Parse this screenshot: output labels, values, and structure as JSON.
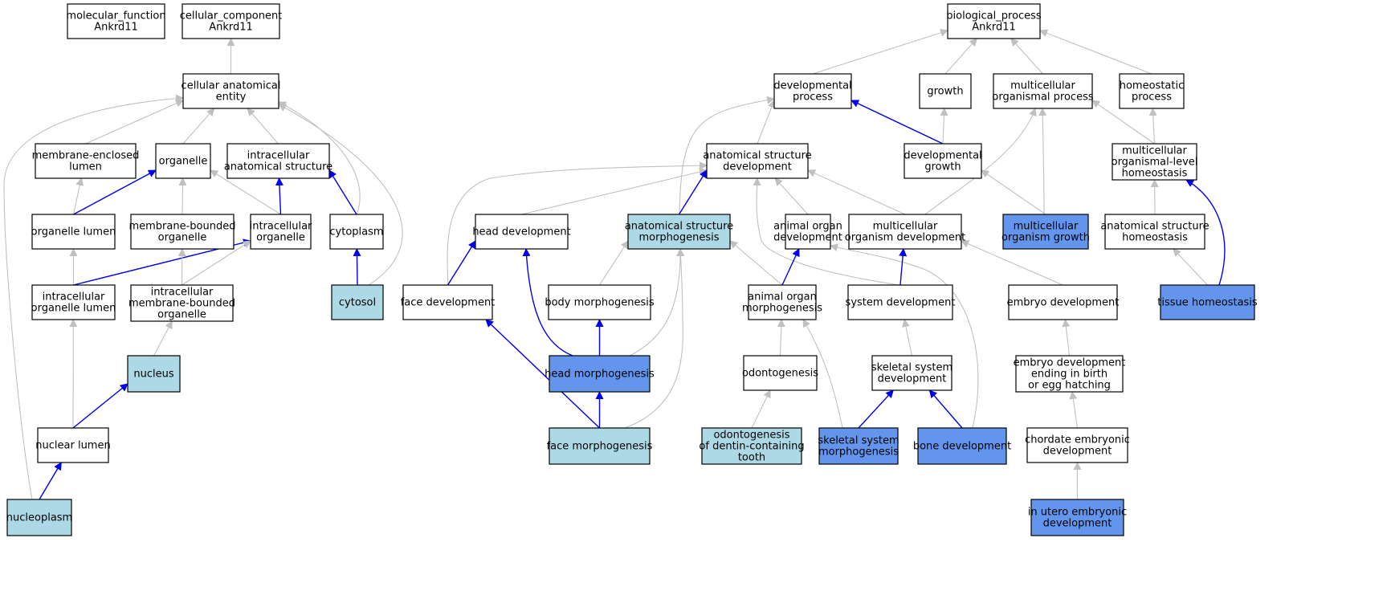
{
  "colors": {
    "plain": "#ffffff",
    "light": "#add8e6",
    "strong": "#6495ed",
    "edge_gray": "#c0c0c0",
    "edge_blue": "#0000ee",
    "stroke": "#000000"
  },
  "nodes": [
    {
      "id": "mf",
      "lines": [
        "molecular_function",
        "Ankrd11"
      ],
      "fill": "plain"
    },
    {
      "id": "cc",
      "lines": [
        "cellular_component",
        "Ankrd11"
      ],
      "fill": "plain"
    },
    {
      "id": "cae",
      "lines": [
        "cellular anatomical",
        "entity"
      ],
      "fill": "plain"
    },
    {
      "id": "mel",
      "lines": [
        "membrane-enclosed",
        "lumen"
      ],
      "fill": "plain"
    },
    {
      "id": "org",
      "lines": [
        "organelle"
      ],
      "fill": "plain"
    },
    {
      "id": "ias",
      "lines": [
        "intracellular",
        "anatomical structure"
      ],
      "fill": "plain"
    },
    {
      "id": "ol",
      "lines": [
        "organelle lumen"
      ],
      "fill": "plain"
    },
    {
      "id": "mbo",
      "lines": [
        "membrane-bounded",
        "organelle"
      ],
      "fill": "plain"
    },
    {
      "id": "io",
      "lines": [
        "intracellular",
        "organelle"
      ],
      "fill": "plain"
    },
    {
      "id": "cyto",
      "lines": [
        "cytoplasm"
      ],
      "fill": "plain"
    },
    {
      "id": "iol",
      "lines": [
        "intracellular",
        "organelle lumen"
      ],
      "fill": "plain"
    },
    {
      "id": "imbo",
      "lines": [
        "intracellular",
        "membrane-bounded",
        "organelle"
      ],
      "fill": "plain"
    },
    {
      "id": "cytosol",
      "lines": [
        "cytosol"
      ],
      "fill": "light"
    },
    {
      "id": "nuc",
      "lines": [
        "nucleus"
      ],
      "fill": "light"
    },
    {
      "id": "nl",
      "lines": [
        "nuclear lumen"
      ],
      "fill": "plain"
    },
    {
      "id": "np",
      "lines": [
        "nucleoplasm"
      ],
      "fill": "light"
    },
    {
      "id": "bp",
      "lines": [
        "biological_process",
        "Ankrd11"
      ],
      "fill": "plain"
    },
    {
      "id": "dp",
      "lines": [
        "developmental",
        "process"
      ],
      "fill": "plain"
    },
    {
      "id": "gr",
      "lines": [
        "growth"
      ],
      "fill": "plain"
    },
    {
      "id": "mop",
      "lines": [
        "multicellular",
        "organismal process"
      ],
      "fill": "plain"
    },
    {
      "id": "hp",
      "lines": [
        "homeostatic",
        "process"
      ],
      "fill": "plain"
    },
    {
      "id": "asd",
      "lines": [
        "anatomical structure",
        "development"
      ],
      "fill": "plain"
    },
    {
      "id": "dg",
      "lines": [
        "developmental",
        "growth"
      ],
      "fill": "plain"
    },
    {
      "id": "molh",
      "lines": [
        "multicellular",
        "organismal-level",
        "homeostasis"
      ],
      "fill": "plain"
    },
    {
      "id": "hd",
      "lines": [
        "head development"
      ],
      "fill": "plain"
    },
    {
      "id": "asm",
      "lines": [
        "anatomical structure",
        "morphogenesis"
      ],
      "fill": "light"
    },
    {
      "id": "aod",
      "lines": [
        "animal organ",
        "development"
      ],
      "fill": "plain"
    },
    {
      "id": "mod",
      "lines": [
        "multicellular",
        "organism development"
      ],
      "fill": "plain"
    },
    {
      "id": "mog",
      "lines": [
        "multicellular",
        "organism growth"
      ],
      "fill": "strong"
    },
    {
      "id": "ash",
      "lines": [
        "anatomical structure",
        "homeostasis"
      ],
      "fill": "plain"
    },
    {
      "id": "fd",
      "lines": [
        "face development"
      ],
      "fill": "plain"
    },
    {
      "id": "bm",
      "lines": [
        "body morphogenesis"
      ],
      "fill": "plain"
    },
    {
      "id": "aom",
      "lines": [
        "animal organ",
        "morphogenesis"
      ],
      "fill": "plain"
    },
    {
      "id": "sd",
      "lines": [
        "system development"
      ],
      "fill": "plain"
    },
    {
      "id": "ed",
      "lines": [
        "embryo development"
      ],
      "fill": "plain"
    },
    {
      "id": "th",
      "lines": [
        "tissue homeostasis"
      ],
      "fill": "strong"
    },
    {
      "id": "hm",
      "lines": [
        "head morphogenesis"
      ],
      "fill": "strong"
    },
    {
      "id": "odo",
      "lines": [
        "odontogenesis"
      ],
      "fill": "plain"
    },
    {
      "id": "ssd",
      "lines": [
        "skeletal system",
        "development"
      ],
      "fill": "plain"
    },
    {
      "id": "edeb",
      "lines": [
        "embryo development",
        "ending in birth",
        "or egg hatching"
      ],
      "fill": "plain"
    },
    {
      "id": "fm",
      "lines": [
        "face morphogenesis"
      ],
      "fill": "light"
    },
    {
      "id": "odt",
      "lines": [
        "odontogenesis",
        "of dentin-containing",
        "tooth"
      ],
      "fill": "light"
    },
    {
      "id": "ssm",
      "lines": [
        "skeletal system",
        "morphogenesis"
      ],
      "fill": "strong"
    },
    {
      "id": "bd",
      "lines": [
        "bone development"
      ],
      "fill": "strong"
    },
    {
      "id": "ced",
      "lines": [
        "chordate embryonic",
        "development"
      ],
      "fill": "plain"
    },
    {
      "id": "iued",
      "lines": [
        "in utero embryonic",
        "development"
      ],
      "fill": "strong"
    }
  ],
  "edges": [
    {
      "from": "cae",
      "to": "cc",
      "color": "gray"
    },
    {
      "from": "mel",
      "to": "cae",
      "color": "gray"
    },
    {
      "from": "org",
      "to": "cae",
      "color": "gray"
    },
    {
      "from": "ias",
      "to": "cae",
      "color": "gray"
    },
    {
      "from": "cyto",
      "to": "cae",
      "color": "gray"
    },
    {
      "from": "cytosol",
      "to": "cae",
      "color": "gray"
    },
    {
      "from": "np",
      "to": "cae",
      "color": "gray"
    },
    {
      "from": "ol",
      "to": "mel",
      "color": "gray"
    },
    {
      "from": "ol",
      "to": "org",
      "color": "blue"
    },
    {
      "from": "mbo",
      "to": "org",
      "color": "gray"
    },
    {
      "from": "io",
      "to": "org",
      "color": "gray"
    },
    {
      "from": "io",
      "to": "ias",
      "color": "blue"
    },
    {
      "from": "cyto",
      "to": "ias",
      "color": "blue"
    },
    {
      "from": "iol",
      "to": "ol",
      "color": "gray"
    },
    {
      "from": "iol",
      "to": "io",
      "color": "blue"
    },
    {
      "from": "imbo",
      "to": "mbo",
      "color": "gray"
    },
    {
      "from": "imbo",
      "to": "io",
      "color": "gray"
    },
    {
      "from": "cytosol",
      "to": "cyto",
      "color": "blue"
    },
    {
      "from": "nuc",
      "to": "imbo",
      "color": "gray"
    },
    {
      "from": "nl",
      "to": "iol",
      "color": "gray"
    },
    {
      "from": "nl",
      "to": "nuc",
      "color": "blue"
    },
    {
      "from": "np",
      "to": "nl",
      "color": "blue"
    },
    {
      "from": "dp",
      "to": "bp",
      "color": "gray"
    },
    {
      "from": "gr",
      "to": "bp",
      "color": "gray"
    },
    {
      "from": "mop",
      "to": "bp",
      "color": "gray"
    },
    {
      "from": "hp",
      "to": "bp",
      "color": "gray"
    },
    {
      "from": "asd",
      "to": "dp",
      "color": "gray"
    },
    {
      "from": "dg",
      "to": "dp",
      "color": "blue"
    },
    {
      "from": "asm",
      "to": "dp",
      "color": "gray"
    },
    {
      "from": "dg",
      "to": "gr",
      "color": "gray"
    },
    {
      "from": "molh",
      "to": "hp",
      "color": "gray"
    },
    {
      "from": "molh",
      "to": "mop",
      "color": "gray"
    },
    {
      "from": "mod",
      "to": "mop",
      "color": "gray"
    },
    {
      "from": "mog",
      "to": "mop",
      "color": "gray"
    },
    {
      "from": "mog",
      "to": "dg",
      "color": "gray"
    },
    {
      "from": "hd",
      "to": "asd",
      "color": "gray"
    },
    {
      "from": "fd",
      "to": "asd",
      "color": "gray"
    },
    {
      "from": "asm",
      "to": "asd",
      "color": "blue"
    },
    {
      "from": "aod",
      "to": "asd",
      "color": "gray"
    },
    {
      "from": "mod",
      "to": "asd",
      "color": "gray"
    },
    {
      "from": "sd",
      "to": "asd",
      "color": "gray"
    },
    {
      "from": "ash",
      "to": "molh",
      "color": "gray"
    },
    {
      "from": "th",
      "to": "molh",
      "color": "blue"
    },
    {
      "from": "th",
      "to": "ash",
      "color": "gray"
    },
    {
      "from": "fd",
      "to": "hd",
      "color": "blue"
    },
    {
      "from": "hm",
      "to": "hd",
      "color": "blue"
    },
    {
      "from": "bm",
      "to": "asm",
      "color": "gray"
    },
    {
      "from": "hm",
      "to": "asm",
      "color": "gray"
    },
    {
      "from": "fm",
      "to": "asm",
      "color": "gray"
    },
    {
      "from": "aom",
      "to": "asm",
      "color": "gray"
    },
    {
      "from": "aom",
      "to": "aod",
      "color": "blue"
    },
    {
      "from": "bd",
      "to": "aod",
      "color": "gray"
    },
    {
      "from": "sd",
      "to": "mod",
      "color": "blue"
    },
    {
      "from": "ed",
      "to": "mod",
      "color": "gray"
    },
    {
      "from": "hm",
      "to": "bm",
      "color": "blue"
    },
    {
      "from": "fm",
      "to": "fd",
      "color": "blue"
    },
    {
      "from": "fm",
      "to": "hm",
      "color": "blue"
    },
    {
      "from": "odo",
      "to": "aom",
      "color": "gray"
    },
    {
      "from": "ssm",
      "to": "aom",
      "color": "gray"
    },
    {
      "from": "ssd",
      "to": "sd",
      "color": "gray"
    },
    {
      "from": "edeb",
      "to": "ed",
      "color": "gray"
    },
    {
      "from": "odt",
      "to": "odo",
      "color": "gray"
    },
    {
      "from": "ssm",
      "to": "ssd",
      "color": "blue"
    },
    {
      "from": "bd",
      "to": "ssd",
      "color": "blue"
    },
    {
      "from": "ced",
      "to": "edeb",
      "color": "gray"
    },
    {
      "from": "iued",
      "to": "ced",
      "color": "gray"
    }
  ]
}
